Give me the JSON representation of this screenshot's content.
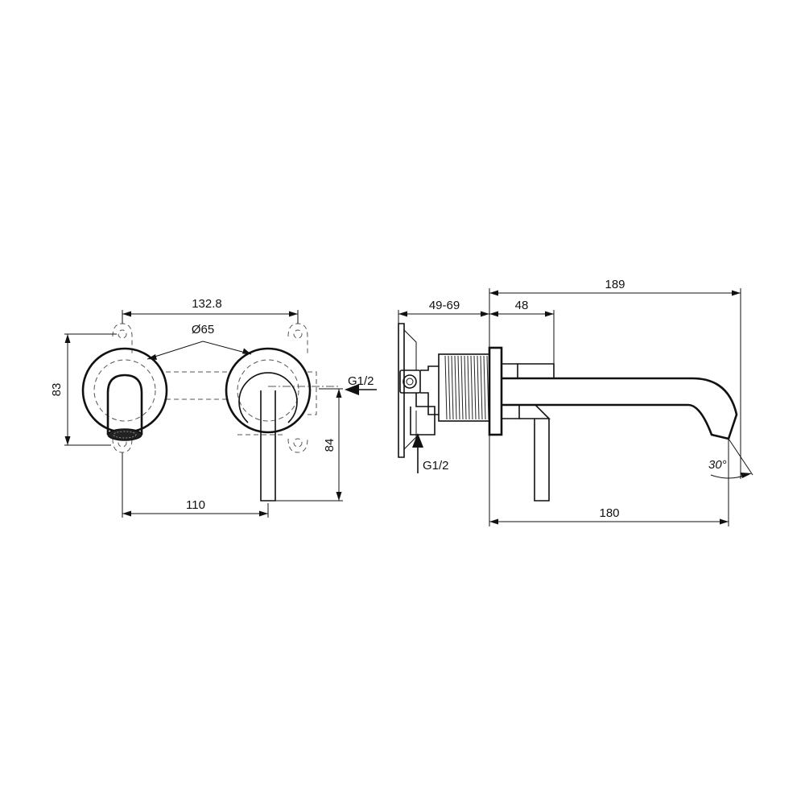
{
  "dimensions": {
    "front_width": "132.8",
    "rosette_diameter": "Ø65",
    "front_height": "83",
    "spout_to_lever": "110",
    "lever_drop": "84",
    "wall_depth": "49-69",
    "body_depth": "48",
    "total_length": "189",
    "spout_reach": "180",
    "spout_angle": "30°"
  },
  "connections": {
    "side_inlet": "G1/2",
    "bottom_inlet": "G1/2"
  }
}
